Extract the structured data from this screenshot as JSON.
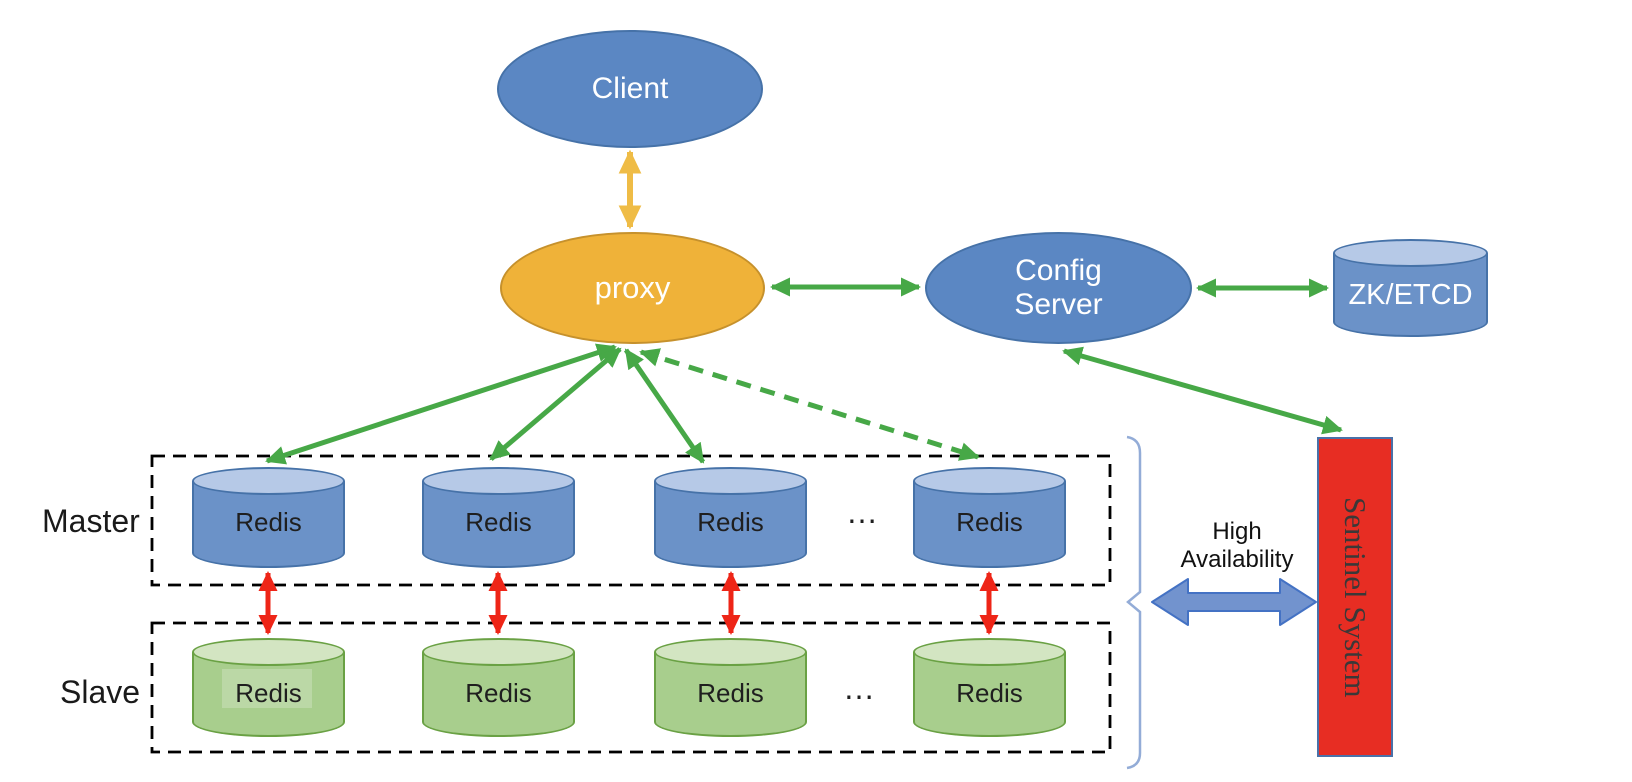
{
  "nodes": {
    "client": {
      "label": "Client"
    },
    "proxy": {
      "label": "proxy"
    },
    "config_server": {
      "label": "Config Server"
    },
    "zk_etcd": {
      "label": "ZK/ETCD"
    },
    "sentinel_system": {
      "label": "Sentinel System"
    }
  },
  "master_group": {
    "label": "Master",
    "ellipsis": "…",
    "nodes": [
      {
        "label": "Redis"
      },
      {
        "label": "Redis"
      },
      {
        "label": "Redis"
      },
      {
        "label": "Redis"
      }
    ]
  },
  "slave_group": {
    "label": "Slave",
    "ellipsis": "…",
    "nodes": [
      {
        "label": "Redis"
      },
      {
        "label": "Redis"
      },
      {
        "label": "Redis"
      },
      {
        "label": "Redis"
      }
    ]
  },
  "annotations": {
    "high_availability": "High Availability"
  },
  "colors": {
    "blue_fill": "#5B87C3",
    "blue_border": "#4672A8",
    "blue_cyl_body": "#6B92C8",
    "blue_cyl_top": "#B6C9E7",
    "green_cyl_body": "#A8CE8D",
    "green_cyl_top": "#D3E5C2",
    "green_cyl_border": "#6AA144",
    "orange_fill": "#EFB239",
    "orange_border": "#C6912C",
    "green_arrow": "#47A847",
    "red_arrow": "#EE2517",
    "yellow_arrow": "#EFBC46",
    "sentinel_red": "#E72D23",
    "sentinel_border": "#4A71A8",
    "sentinel_text": "#3B3838",
    "fat_arrow_fill": "#7293CE",
    "fat_arrow_border": "#4472C4",
    "brace": "#93ACD7",
    "box_dash": "#000000",
    "label_text": "#1A1A1A"
  }
}
